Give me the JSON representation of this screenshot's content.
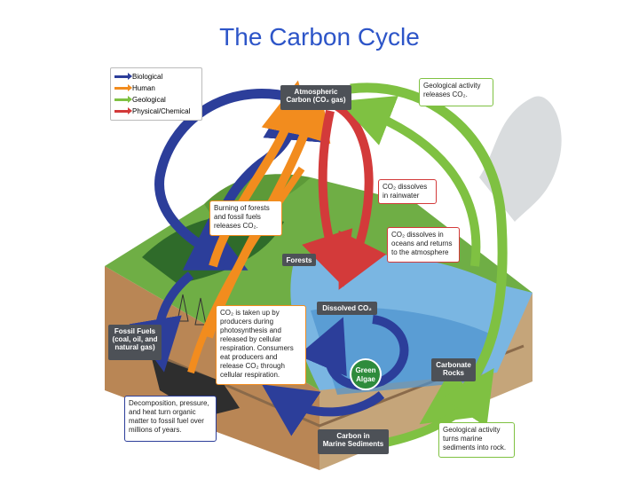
{
  "title": "The Carbon Cycle",
  "legend": [
    {
      "label": "Biological",
      "color": "#2c3e9a"
    },
    {
      "label": "Human",
      "color": "#f28c1e"
    },
    {
      "label": "Geological",
      "color": "#7fc142"
    },
    {
      "label": "Physical/Chemical",
      "color": "#d33a3a"
    }
  ],
  "labels": {
    "atmospheric": "Atmospheric\nCarbon (CO₂ gas)",
    "forests": "Forests",
    "dissolved": "Dissolved CO₂",
    "fossil_fuels": "Fossil Fuels\n(coal, oil, and\nnatural gas)",
    "carbonate": "Carbonate\nRocks",
    "marine": "Carbon in\nMarine Sediments",
    "algae": "Green\nAlgae"
  },
  "callouts": {
    "geo_release": "Geological activity\nreleases CO₂.",
    "rainwater": "CO₂ dissolves\nin rainwater",
    "oceans": "CO₂ dissolves in\noceans and returns\nto the atmosphere",
    "burning": "Burning of forests\nand fossil fuels\nreleases CO₂.",
    "producers": "CO₂ is taken up by\nproducers during\nphotosynthesis and\nreleased by cellular\nrespiration. Consumers\neat producers and\nrelease CO₂ through\ncellular respiration.",
    "decomposition": "Decomposition, pressure,\nand heat turn organic\nmatter to fossil fuel over\nmillions of years.",
    "geo_sediments": "Geological activity\nturns marine\nsediments into rock."
  }
}
